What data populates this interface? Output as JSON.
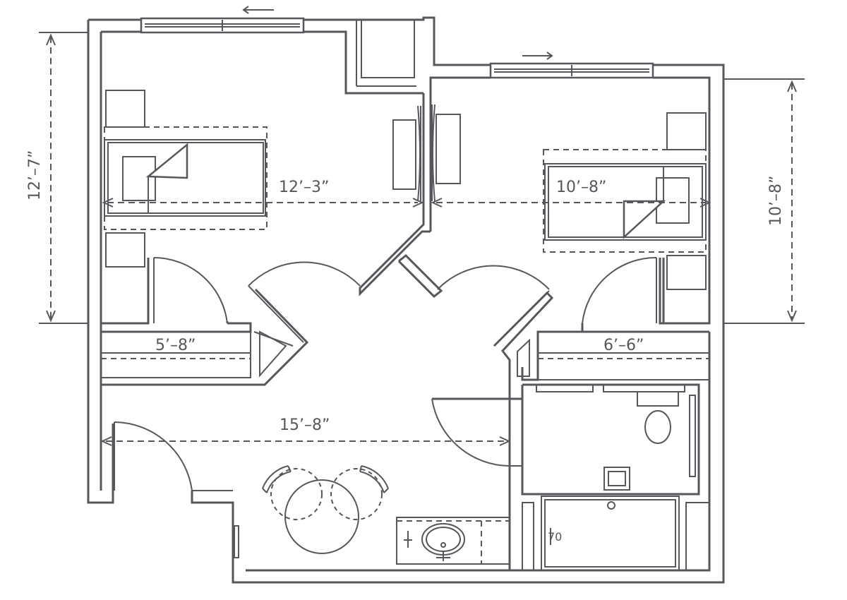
{
  "dimensions": {
    "bedroom_left_width": "12’–3”",
    "bedroom_right_width": "10’–8”",
    "closet_left_width": "5’–8”",
    "closet_right_width": "6’–6”",
    "living_width": "15’–8”",
    "left_height": "12’–7”",
    "right_height": "10’–8”"
  },
  "colors": {
    "line": "#55575d",
    "background": "#ffffff"
  }
}
